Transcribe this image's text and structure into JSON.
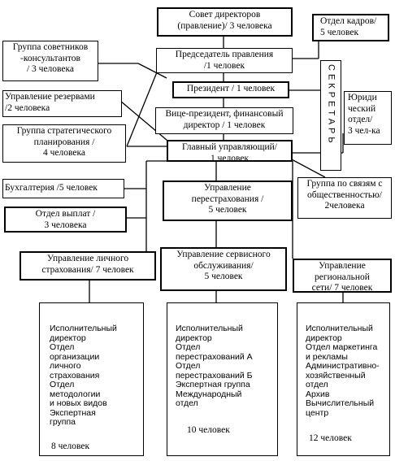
{
  "nodes": {
    "board": "Совет директоров\n(правление)/ 3 человека",
    "hr": "Отдел кадров/\n5 человек",
    "advisors": "Группа советников\n-консультантов\n/ 3 человека",
    "chairman": "Председатель правления\n/1 человек",
    "secretariat": "СЕКРЕТАРЬ",
    "legal": "Юриди\nческий\nотдел/\n3 чел-ка",
    "reserves": "Управление резервами\n/2 человека",
    "president": "Президент / 1 человек",
    "vp_finance": "Вице-президент, финансовый\nдиректор / 1 человек",
    "strategic": "Группа стратегического\nпланирования /\n4 человека",
    "general_manager": "Главный управляющий/\n1 человек",
    "accounting": "Бухгалтерия /5 человек",
    "public_relations": "Группа по связям с\nобщественностью/\n2человека",
    "payments": "Отдел выплат /\n3 человека",
    "reinsurance": "Управление\nперестрахования /\n5 человек",
    "personal_insurance": "Управление личного\nстрахования/ 7 человек",
    "service": "Управление сервисного\nобслуживания/\n5 человек",
    "regional": "Управление\nрегиональной\nсети/ 7 человек"
  },
  "departments": {
    "personal": {
      "items": "Исполнительный\nдиректор\nОтдел\nорганизации\nличного\nстрахования\nОтдел\nметодологии\nи новых видов\nЭкспертная\nгруппа",
      "count": "8 человек"
    },
    "service": {
      "items": "Исполнительный\nдиректор\nОтдел\nперестрахований А\nОтдел\nперестрахований Б\nЭкспертная группа\nМеждународный\nотдел",
      "count": "10 человек"
    },
    "regional": {
      "items": "Исполнительный\nдиректор\nОтдел маркетинга\nи рекламы\nАдминистративно-\nхозяйственный\nотдел\nАрхив\nВычислительный\nцентр",
      "count": "12 человек"
    }
  }
}
